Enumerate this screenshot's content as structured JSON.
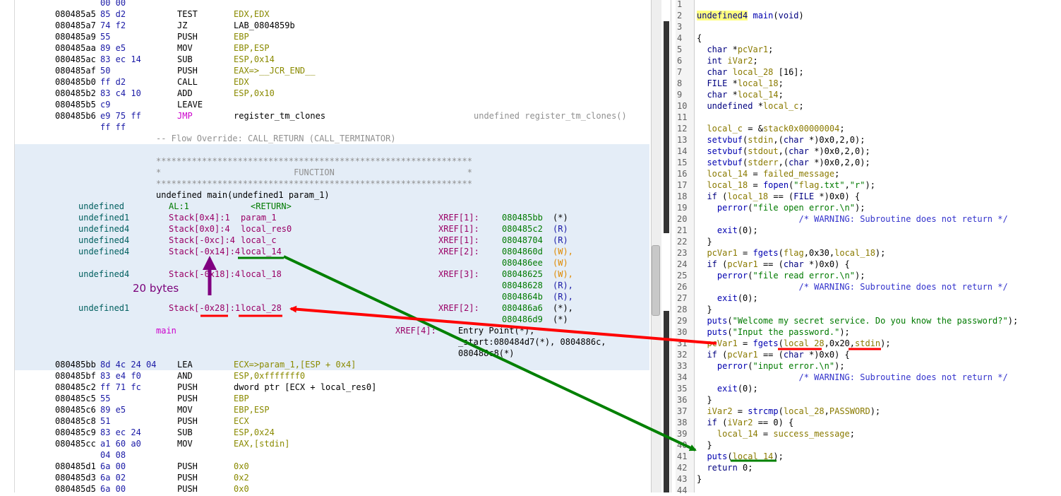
{
  "listing": {
    "top_partial": "00 00",
    "rows_top": [
      {
        "addr": "080485a5",
        "bytes": "85 d2",
        "mn": "TEST",
        "op": "EDX,EDX",
        "mn_color": "black",
        "op_color": "olive"
      },
      {
        "addr": "080485a7",
        "bytes": "74 f2",
        "mn": "JZ",
        "op": "LAB_0804859b",
        "mn_color": "black",
        "op_color": "black"
      },
      {
        "addr": "080485a9",
        "bytes": "55",
        "mn": "PUSH",
        "op": "EBP",
        "mn_color": "black",
        "op_color": "olive"
      },
      {
        "addr": "080485aa",
        "bytes": "89 e5",
        "mn": "MOV",
        "op": "EBP,ESP",
        "mn_color": "black",
        "op_color": "olive"
      },
      {
        "addr": "080485ac",
        "bytes": "83 ec 14",
        "mn": "SUB",
        "op": "ESP,0x14",
        "mn_color": "black",
        "op_color": "olive"
      },
      {
        "addr": "080485af",
        "bytes": "50",
        "mn": "PUSH",
        "op": "EAX=>__JCR_END__",
        "mn_color": "black",
        "op_color": "olive"
      },
      {
        "addr": "080485b0",
        "bytes": "ff d2",
        "mn": "CALL",
        "op": "EDX",
        "mn_color": "black",
        "op_color": "olive"
      },
      {
        "addr": "080485b2",
        "bytes": "83 c4 10",
        "mn": "ADD",
        "op": "ESP,0x10",
        "mn_color": "black",
        "op_color": "olive"
      },
      {
        "addr": "080485b5",
        "bytes": "c9",
        "mn": "LEAVE",
        "op": "",
        "mn_color": "black",
        "op_color": "olive"
      },
      {
        "addr": "080485b6",
        "bytes": "e9 75 ff",
        "mn": "JMP",
        "op": "register_tm_clones",
        "mn_color": "pink",
        "op_color": "black"
      }
    ],
    "jmp_cont_bytes": "ff ff",
    "jmp_comment": "undefined register_tm_clones()",
    "flow_override": "-- Flow Override: CALL_RETURN (CALL_TERMINATOR)",
    "banner_stars": "**************************************************************",
    "banner_title": "*                          FUNCTION                          *",
    "signature": "undefined main(undefined1 param_1)",
    "vars": [
      {
        "type": "undefined",
        "loc": "AL:1",
        "name": "<RETURN>",
        "xref": "",
        "refs": []
      },
      {
        "type": "undefined1",
        "loc": "Stack[0x4]:1",
        "name": "param_1",
        "xref": "XREF[1]:",
        "refs": [
          [
            "080485bb",
            "(*)"
          ]
        ]
      },
      {
        "type": "undefined4",
        "loc": "Stack[0x0]:4",
        "name": "local_res0",
        "xref": "XREF[1]:",
        "refs": [
          [
            "080485c2",
            "(R)"
          ]
        ]
      },
      {
        "type": "undefined4",
        "loc": "Stack[-0xc]:4",
        "name": "local_c",
        "xref": "XREF[1]:",
        "refs": [
          [
            "08048704",
            "(R)"
          ]
        ]
      },
      {
        "type": "undefined4",
        "loc": "Stack[-0x14]:4",
        "name": "local_14",
        "xref": "XREF[2]:",
        "refs": [
          [
            "0804860d",
            "(W),"
          ],
          [
            "080486ee",
            "(W)"
          ]
        ]
      },
      {
        "type": "undefined4",
        "loc": "Stack[-0x18]:4",
        "name": "local_18",
        "xref": "XREF[3]:",
        "refs": [
          [
            "08048625",
            "(W),"
          ],
          [
            "08048628",
            "(R),"
          ],
          [
            "0804864b",
            "(R),"
          ]
        ]
      },
      {
        "type": "undefined1",
        "loc": "Stack[-0x28]:1",
        "name": "local_28",
        "xref": "XREF[2]:",
        "refs": [
          [
            "080486a6",
            "(*),"
          ],
          [
            "080486d9",
            "(*)"
          ]
        ]
      }
    ],
    "main_label": "main",
    "main_xref": "XREF[4]:",
    "main_refs": [
      "Entry Point(*),",
      "_start:080484d7(*), 0804886c,",
      "080488c8(*)"
    ],
    "rows_bottom": [
      {
        "addr": "080485bb",
        "bytes": "8d 4c 24 04",
        "mn": "LEA",
        "op": "ECX=>param_1,[ESP + 0x4]"
      },
      {
        "addr": "080485bf",
        "bytes": "83 e4 f0",
        "mn": "AND",
        "op": "ESP,0xfffffff0"
      },
      {
        "addr": "080485c2",
        "bytes": "ff 71 fc",
        "mn": "PUSH",
        "op": "dword ptr [ECX + local_res0]"
      },
      {
        "addr": "080485c5",
        "bytes": "55",
        "mn": "PUSH",
        "op": "EBP"
      },
      {
        "addr": "080485c6",
        "bytes": "89 e5",
        "mn": "MOV",
        "op": "EBP,ESP"
      },
      {
        "addr": "080485c8",
        "bytes": "51",
        "mn": "PUSH",
        "op": "ECX"
      },
      {
        "addr": "080485c9",
        "bytes": "83 ec 24",
        "mn": "SUB",
        "op": "ESP,0x24"
      },
      {
        "addr": "080485cc",
        "bytes": "a1 60 a0",
        "mn": "MOV",
        "op": "EAX,[stdin]"
      },
      {
        "addr": "",
        "bytes": "04 08",
        "mn": "",
        "op": ""
      },
      {
        "addr": "080485d1",
        "bytes": "6a 00",
        "mn": "PUSH",
        "op": "0x0"
      },
      {
        "addr": "080485d3",
        "bytes": "6a 02",
        "mn": "PUSH",
        "op": "0x2"
      },
      {
        "addr": "080485d5",
        "bytes": "6a 00",
        "mn": "PUSH",
        "op": "0x0"
      }
    ]
  },
  "annotation": {
    "bytes_label": "20 bytes"
  },
  "decompiler": {
    "lines": [
      "",
      "undefined4 main(void)",
      "",
      "{",
      "  char *pcVar1;",
      "  int iVar2;",
      "  char local_28 [16];",
      "  FILE *local_18;",
      "  char *local_14;",
      "  undefined *local_c;",
      "",
      "  local_c = &stack0x00000004;",
      "  setvbuf(stdin,(char *)0x0,2,0);",
      "  setvbuf(stdout,(char *)0x0,2,0);",
      "  setvbuf(stderr,(char *)0x0,2,0);",
      "  local_14 = failed_message;",
      "  local_18 = fopen(\"flag.txt\",\"r\");",
      "  if (local_18 == (FILE *)0x0) {",
      "    perror(\"file open error.\\n\");",
      "                    /* WARNING: Subroutine does not return */",
      "    exit(0);",
      "  }",
      "  pcVar1 = fgets(flag,0x30,local_18);",
      "  if (pcVar1 == (char *)0x0) {",
      "    perror(\"file read error.\\n\");",
      "                    /* WARNING: Subroutine does not return */",
      "    exit(0);",
      "  }",
      "  puts(\"Welcome my secret service. Do you know the password?\");",
      "  puts(\"Input the password.\");",
      "  pcVar1 = fgets(local_28,0x20,stdin);",
      "  if (pcVar1 == (char *)0x0) {",
      "    perror(\"input error.\\n\");",
      "                    /* WARNING: Subroutine does not return */",
      "    exit(0);",
      "  }",
      "  iVar2 = strcmp(local_28,PASSWORD);",
      "  if (iVar2 == 0) {",
      "    local_14 = success_message;",
      "  }",
      "  puts(local_14);",
      "  return 0;",
      "}",
      ""
    ]
  },
  "colors": {
    "arrow_green": "#008000",
    "arrow_red": "#ff0000",
    "arrow_purple": "#800080",
    "func_bg": "#e4edf7"
  }
}
